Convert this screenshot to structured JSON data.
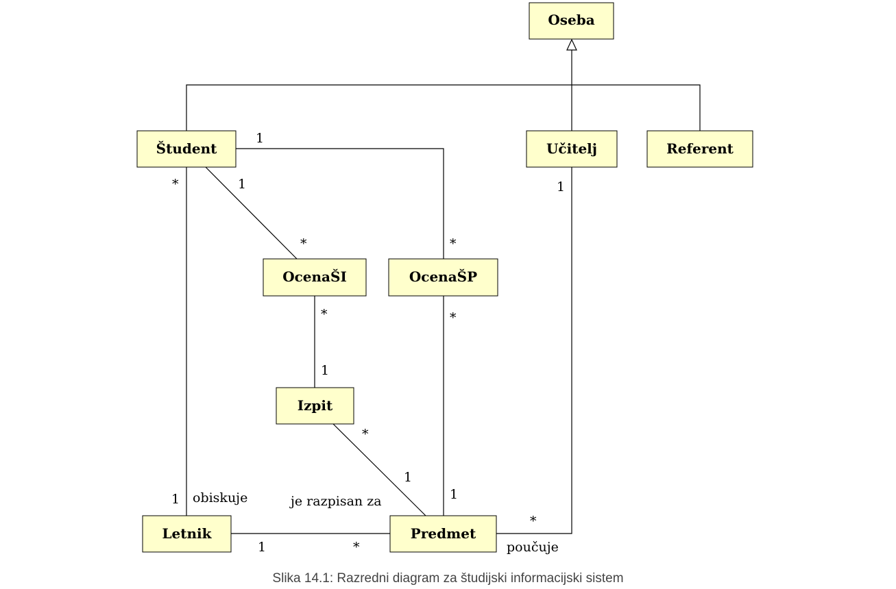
{
  "classes": {
    "oseba": "Oseba",
    "student": "Študent",
    "ucitelj": "Učitelj",
    "referent": "Referent",
    "ocena_si": "OcenaŠI",
    "ocena_sp": "OcenaŠP",
    "izpit": "Izpit",
    "letnik": "Letnik",
    "predmet": "Predmet"
  },
  "multiplicities": {
    "student_ocenasp_student": "1",
    "student_ocenasp_ocena": "*",
    "student_letnik_student": "*",
    "student_letnik_letnik": "1",
    "student_ocenasi_student": "1",
    "student_ocenasi_ocena": "*",
    "ocenasi_izpit_ocena": "*",
    "ocenasi_izpit_izpit": "1",
    "ocenasp_predmet_ocena": "*",
    "ocenasp_predmet_predmet": "1",
    "izpit_predmet_izpit": "*",
    "izpit_predmet_predmet": "1",
    "ucitelj_predmet_ucitelj": "1",
    "ucitelj_predmet_predmet": "*",
    "letnik_predmet_letnik": "1",
    "letnik_predmet_predmet": "*"
  },
  "roles": {
    "obiskuje": "obiskuje",
    "je_razpisan_za": "je razpisan za",
    "poucuje": "poučuje"
  },
  "caption": "Slika 14.1: Razredni diagram za študijski informacijski sistem"
}
